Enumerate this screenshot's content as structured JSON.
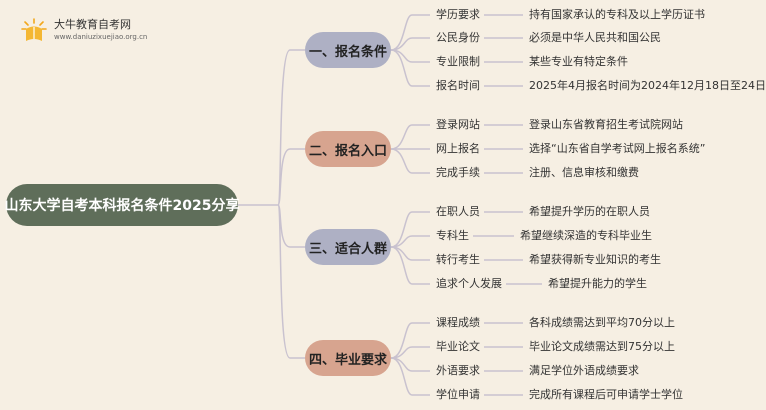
{
  "logo": {
    "name": "大牛教育自考网",
    "url": "www.daniuzixuejiao.org.cn"
  },
  "root": {
    "label": "山东大学自考本科报名条件2025分享"
  },
  "branches": [
    {
      "label": "一、报名条件",
      "items": [
        {
          "label": "学历要求",
          "value": "持有国家承认的专科及以上学历证书"
        },
        {
          "label": "公民身份",
          "value": "必须是中华人民共和国公民"
        },
        {
          "label": "专业限制",
          "value": "某些专业有特定条件"
        },
        {
          "label": "报名时间",
          "value": "2025年4月报名时间为2024年12月18日至24日"
        }
      ]
    },
    {
      "label": "二、报名入口",
      "items": [
        {
          "label": "登录网站",
          "value": "登录山东省教育招生考试院网站"
        },
        {
          "label": "网上报名",
          "value": "选择“山东省自学考试网上报名系统”"
        },
        {
          "label": "完成手续",
          "value": "注册、信息审核和缴费"
        }
      ]
    },
    {
      "label": "三、适合人群",
      "items": [
        {
          "label": "在职人员",
          "value": "希望提升学历的在职人员"
        },
        {
          "label": "专科生",
          "value": "希望继续深造的专科毕业生"
        },
        {
          "label": "转行考生",
          "value": "希望获得新专业知识的考生"
        },
        {
          "label": "追求个人发展",
          "value": "希望提升能力的学生"
        }
      ]
    },
    {
      "label": "四、毕业要求",
      "items": [
        {
          "label": "课程成绩",
          "value": "各科成绩需达到平均70分以上"
        },
        {
          "label": "毕业论文",
          "value": "毕业论文成绩需达到75分以上"
        },
        {
          "label": "外语要求",
          "value": "满足学位外语成绩要求"
        },
        {
          "label": "学位申请",
          "value": "完成所有课程后可申请学士学位"
        }
      ]
    }
  ],
  "colors": {
    "background": "#f6efe3",
    "root": "#5f6e5a",
    "branch_a": "#aeb0c4",
    "branch_b": "#d7a48f",
    "line": "#c9c2cf"
  }
}
